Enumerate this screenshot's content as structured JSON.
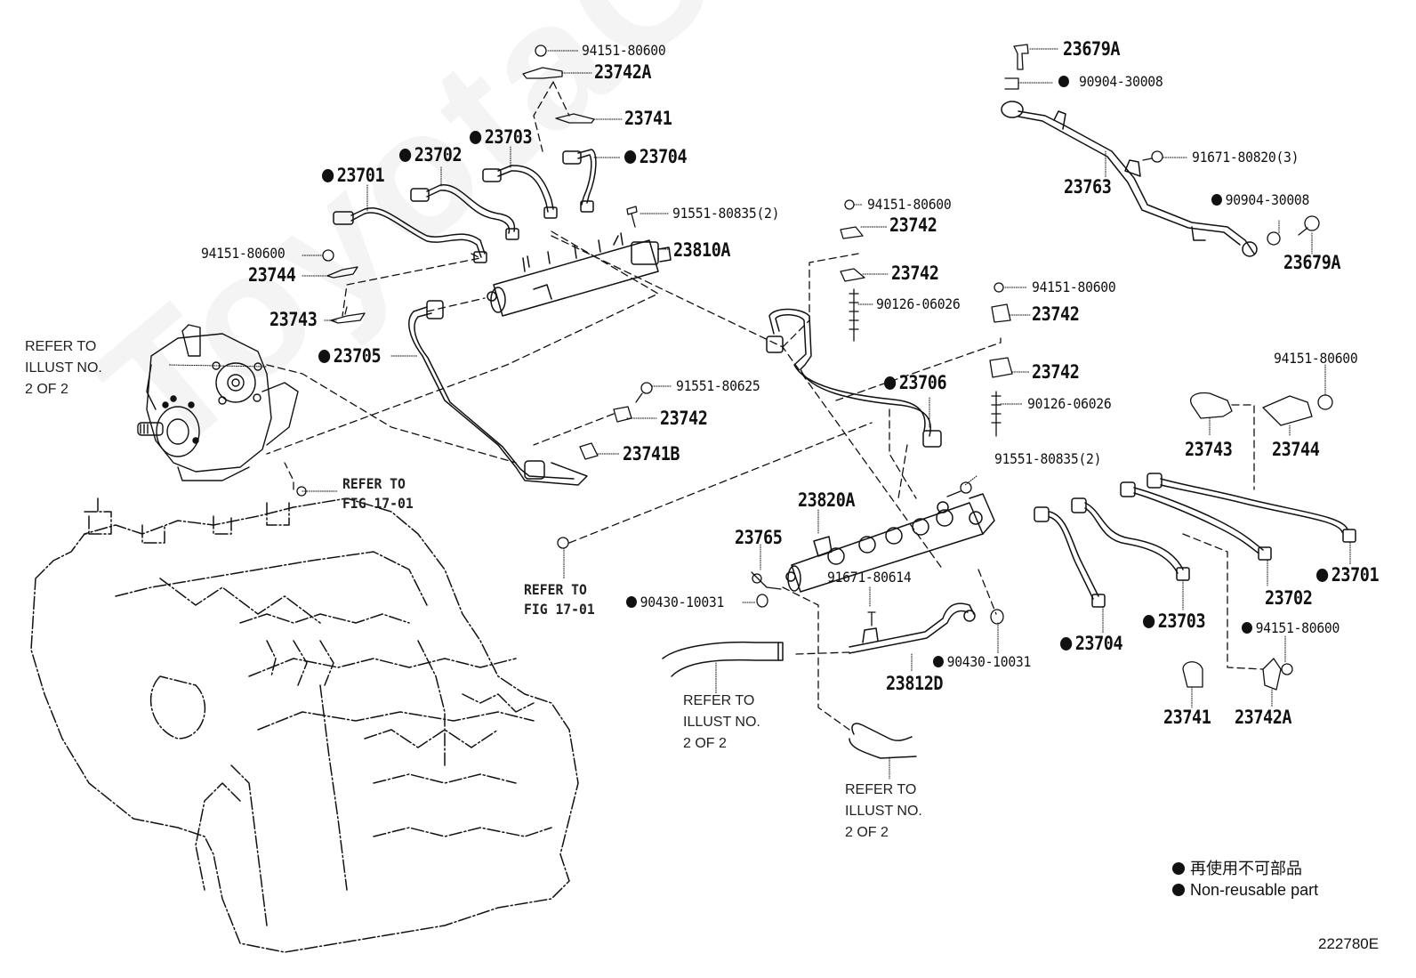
{
  "watermark": "ToyotaCarMine.ru",
  "figure_number": "222780E",
  "legend": {
    "items": [
      {
        "symbol": "filled-circle",
        "text": "再使用不可部品"
      },
      {
        "symbol": "filled-circle",
        "text": "Non-reusable part"
      }
    ]
  },
  "refer_notes": [
    {
      "id": "pump-refer",
      "lines": "REFER TO\nILLUST NO.\n2 OF 2"
    },
    {
      "id": "fig-refer-1",
      "lines": "REFER TO\nFIG 17-01"
    },
    {
      "id": "fig-refer-2",
      "lines": "REFER TO\nFIG 17-01"
    },
    {
      "id": "hose-refer-1",
      "lines": "REFER TO\nILLUST NO.\n2 OF 2"
    },
    {
      "id": "hose-refer-2",
      "lines": "REFER TO\nILLUST NO.\n2 OF 2"
    }
  ],
  "parts": [
    {
      "id": "p01",
      "number": "94151-80600",
      "non_reusable": false
    },
    {
      "id": "p02",
      "number": "23742A",
      "non_reusable": false
    },
    {
      "id": "p03",
      "number": "23741",
      "non_reusable": false
    },
    {
      "id": "p04",
      "number": "23704",
      "non_reusable": true
    },
    {
      "id": "p05",
      "number": "23703",
      "non_reusable": true
    },
    {
      "id": "p06",
      "number": "23702",
      "non_reusable": true
    },
    {
      "id": "p07",
      "number": "23701",
      "non_reusable": true
    },
    {
      "id": "p08",
      "number": "91551-80835(2)",
      "non_reusable": false
    },
    {
      "id": "p09",
      "number": "23810A",
      "non_reusable": false
    },
    {
      "id": "p10",
      "number": "94151-80600",
      "non_reusable": false
    },
    {
      "id": "p11",
      "number": "23744",
      "non_reusable": false
    },
    {
      "id": "p12",
      "number": "23743",
      "non_reusable": false
    },
    {
      "id": "p13",
      "number": "23705",
      "non_reusable": true
    },
    {
      "id": "p14",
      "number": "91551-80625",
      "non_reusable": false
    },
    {
      "id": "p15",
      "number": "23742",
      "non_reusable": false
    },
    {
      "id": "p16",
      "number": "23741B",
      "non_reusable": false
    },
    {
      "id": "p17",
      "number": "94151-80600",
      "non_reusable": false
    },
    {
      "id": "p18",
      "number": "23742",
      "non_reusable": false
    },
    {
      "id": "p19",
      "number": "23742",
      "non_reusable": false
    },
    {
      "id": "p20",
      "number": "90126-06026",
      "non_reusable": false
    },
    {
      "id": "p21",
      "number": "94151-80600",
      "non_reusable": false
    },
    {
      "id": "p22",
      "number": "23742",
      "non_reusable": false
    },
    {
      "id": "p23",
      "number": "23742",
      "non_reusable": false
    },
    {
      "id": "p24",
      "number": "90126-06026",
      "non_reusable": false
    },
    {
      "id": "p25",
      "number": "23706",
      "non_reusable": true
    },
    {
      "id": "p26",
      "number": "23679A",
      "non_reusable": false
    },
    {
      "id": "p27",
      "number": "90904-30008",
      "non_reusable": true
    },
    {
      "id": "p28",
      "number": "91671-80820(3)",
      "non_reusable": false
    },
    {
      "id": "p29",
      "number": "23763",
      "non_reusable": false
    },
    {
      "id": "p30",
      "number": "90904-30008",
      "non_reusable": true
    },
    {
      "id": "p31",
      "number": "23679A",
      "non_reusable": false
    },
    {
      "id": "p32",
      "number": "94151-80600",
      "non_reusable": false
    },
    {
      "id": "p33",
      "number": "23743",
      "non_reusable": false
    },
    {
      "id": "p34",
      "number": "23744",
      "non_reusable": false
    },
    {
      "id": "p35",
      "number": "91551-80835(2)",
      "non_reusable": false
    },
    {
      "id": "p36",
      "number": "23820A",
      "non_reusable": false
    },
    {
      "id": "p37",
      "number": "23765",
      "non_reusable": false
    },
    {
      "id": "p38",
      "number": "90430-10031",
      "non_reusable": true
    },
    {
      "id": "p39",
      "number": "91671-80614",
      "non_reusable": false
    },
    {
      "id": "p40",
      "number": "90430-10031",
      "non_reusable": true
    },
    {
      "id": "p41",
      "number": "23812D",
      "non_reusable": false
    },
    {
      "id": "p42",
      "number": "23704",
      "non_reusable": true
    },
    {
      "id": "p43",
      "number": "23703",
      "non_reusable": true
    },
    {
      "id": "p44",
      "number": "23702",
      "non_reusable": false
    },
    {
      "id": "p45",
      "number": "23701",
      "non_reusable": true
    },
    {
      "id": "p46",
      "number": "94151-80600",
      "non_reusable": true
    },
    {
      "id": "p47",
      "number": "23741",
      "non_reusable": false
    },
    {
      "id": "p48",
      "number": "23742A",
      "non_reusable": false
    }
  ]
}
